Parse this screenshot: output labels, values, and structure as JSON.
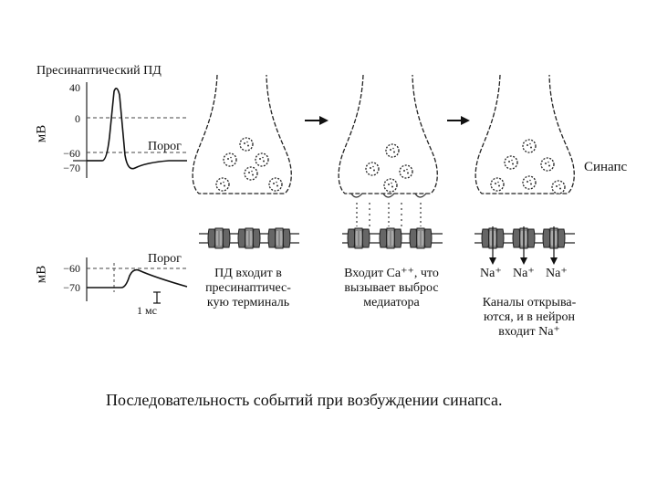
{
  "presynaptic_plot": {
    "title": "Пресинаптический ПД",
    "unit": "мВ",
    "ticks": [
      "40",
      "0",
      "−60",
      "−70"
    ],
    "threshold_label": "Порог"
  },
  "postsynaptic_plot": {
    "unit": "мВ",
    "ticks": [
      "−60",
      "−70"
    ],
    "threshold_label": "Порог",
    "scale_label": "1 мс"
  },
  "synapse_label": "Синапс",
  "stages": [
    {
      "lines": [
        "ПД входит в",
        "пресинаптичес-",
        "кую терминаль"
      ]
    },
    {
      "lines": [
        "Входит Ca⁺⁺, что",
        "вызывает выброс",
        "медиатора"
      ]
    },
    {
      "ions": [
        "Na⁺",
        "Na⁺",
        "Na⁺"
      ],
      "lines": [
        "Каналы открыва-",
        "ются, и в нейрон",
        "входит Na⁺"
      ]
    }
  ],
  "caption": "Последовательность событий при возбуждении синапса."
}
